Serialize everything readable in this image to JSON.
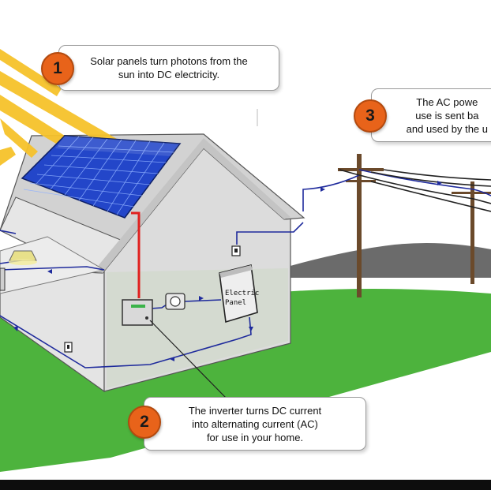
{
  "colors": {
    "badge": "#e8631a",
    "wire_dc": "#e0201e",
    "wire_ac": "#1e2a9c",
    "grass": "#4db33d",
    "house": "#dcdcdc",
    "panel": "#2346c9",
    "sun_rays": "#f6c22b",
    "mountain": "#6b6b6b"
  },
  "steps": [
    {
      "number": "1",
      "text": "Solar panels turn photons from the\nsun into DC electricity."
    },
    {
      "number": "2",
      "text": "The inverter turns DC current\ninto alternating current (AC)\nfor use in your home."
    },
    {
      "number": "3",
      "text": "The AC powe\nuse is sent ba\nand used by the u"
    }
  ],
  "labels": {
    "electric_panel": "Electric\nPanel"
  },
  "icons": [
    "sun-rays-icon",
    "solar-panel-icon",
    "inverter-icon",
    "meter-icon",
    "electric-panel-icon",
    "outlet-icon",
    "light-fixture-icon",
    "utility-pole-icon"
  ]
}
